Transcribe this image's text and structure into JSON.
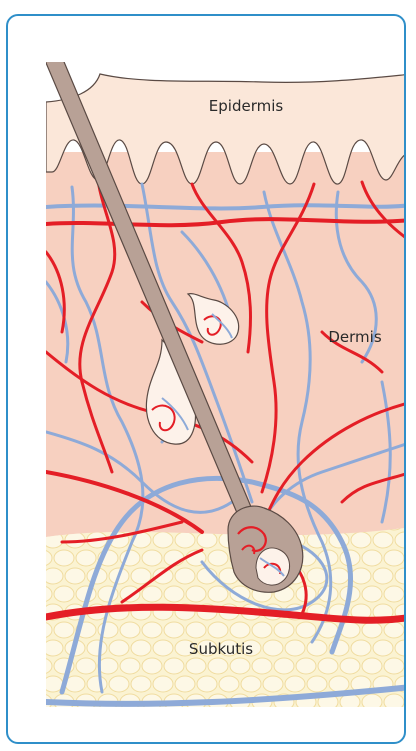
{
  "diagram": {
    "labels": {
      "epidermis": "Epidermis",
      "dermis": "Dermis",
      "subcutis": "Subkutis"
    },
    "colors": {
      "frame": "#2f8fc9",
      "epidermis": "#fbe7d9",
      "dermis": "#f7d0c0",
      "subcutis": "#fbf3d2",
      "fat_cell": "#f4e4b0",
      "artery": "#e41e26",
      "vein": "#8eaad8",
      "hair": "#b8a196",
      "gland": "#fdf2ea"
    },
    "icons": [
      "hair-shaft",
      "sebaceous-gland",
      "hair-follicle",
      "blood-vessels"
    ]
  }
}
